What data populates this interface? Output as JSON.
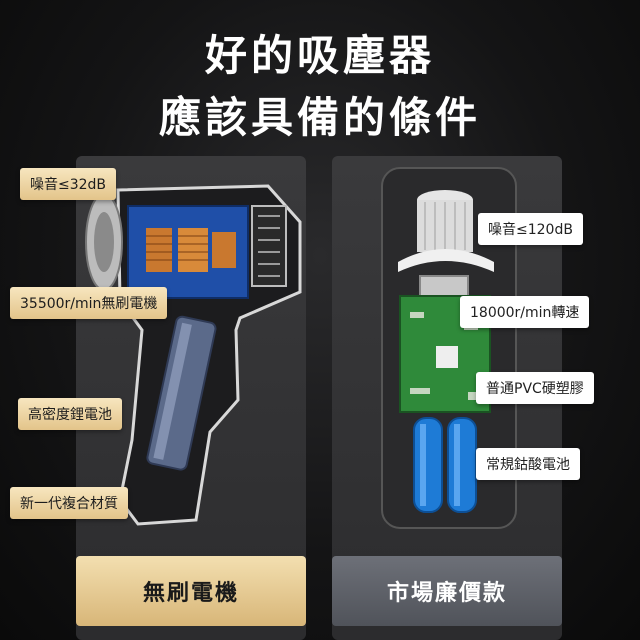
{
  "headline": {
    "line1": "好的吸塵器",
    "line2": "應該具備的條件"
  },
  "left": {
    "footer": "無刷電機",
    "tags": [
      "噪音≤32dB",
      "35500r/min無刷電機",
      "高密度鋰電池",
      "新一代複合材質"
    ]
  },
  "right": {
    "footer": "市場廉價款",
    "tags": [
      "噪音≤120dB",
      "18000r/min轉速",
      "普通PVC硬塑膠",
      "常規鈷酸電池"
    ]
  },
  "colors": {
    "gold": "#e3c48a",
    "battery_blue": "#1e7bd6",
    "pcb_green": "#2f8a3a"
  }
}
